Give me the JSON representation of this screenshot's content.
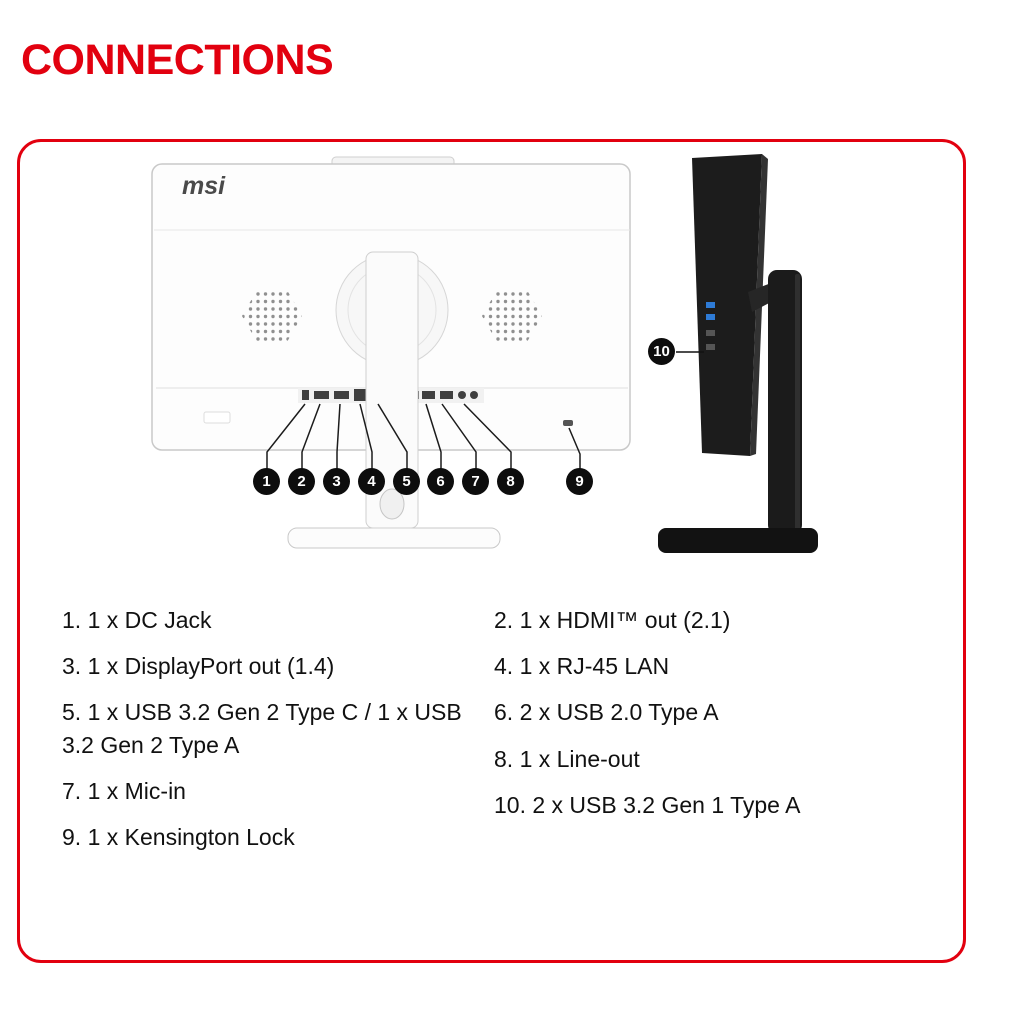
{
  "page": {
    "title": "CONNECTIONS"
  },
  "colors": {
    "accent_red": "#e2000f",
    "text": "#111111",
    "callout_bg": "#0d0d0d"
  },
  "diagram": {
    "brand": "msi",
    "callouts": [
      "1",
      "2",
      "3",
      "4",
      "5",
      "6",
      "7",
      "8",
      "9",
      "10"
    ]
  },
  "connections": {
    "left": [
      "1. 1 x DC Jack",
      "3. 1 x DisplayPort out (1.4)",
      "5. 1 x USB 3.2 Gen 2 Type C / 1 x USB 3.2 Gen 2 Type A",
      "7. 1 x Mic-in",
      "9. 1 x Kensington Lock"
    ],
    "right": [
      "2. 1 x HDMI™ out (2.1)",
      "4. 1 x RJ-45 LAN",
      "6. 2 x USB 2.0 Type A",
      "8. 1 x Line-out",
      "10. 2 x USB 3.2 Gen 1 Type A"
    ]
  }
}
